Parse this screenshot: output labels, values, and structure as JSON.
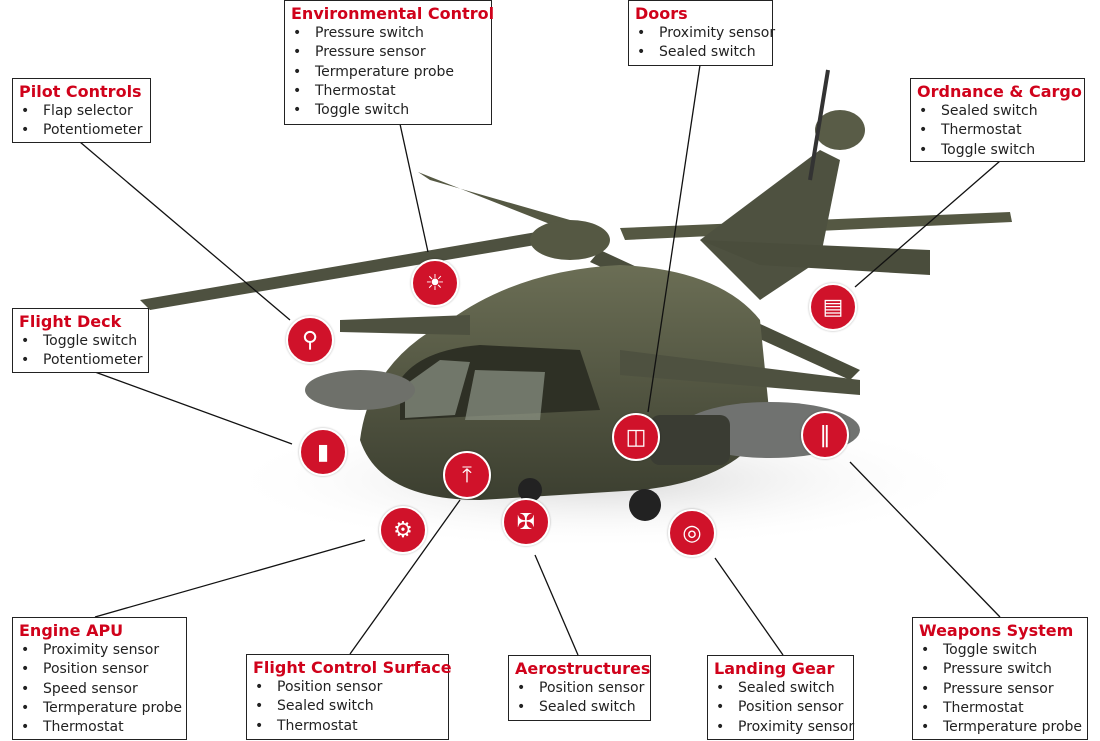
{
  "accent_color": "#d0021b",
  "callouts": {
    "environmental_control": {
      "title": "Environmental Control",
      "items": [
        "Pressure switch",
        "Pressure sensor",
        "Termperature probe",
        "Thermostat",
        "Toggle switch"
      ],
      "icon": "thermometer-sun-icon"
    },
    "doors": {
      "title": "Doors",
      "items": [
        "Proximity sensor",
        "Sealed switch"
      ],
      "icon": "door-icon"
    },
    "pilot_controls": {
      "title": "Pilot Controls",
      "items": [
        "Flap selector",
        "Potentiometer"
      ],
      "icon": "joystick-icon"
    },
    "ordnance_cargo": {
      "title": "Ordnance & Cargo",
      "items": [
        "Sealed switch",
        "Thermostat",
        "Toggle switch"
      ],
      "icon": "cargo-container-icon"
    },
    "flight_deck": {
      "title": "Flight Deck",
      "items": [
        "Toggle switch",
        "Potentiometer"
      ],
      "icon": "toggle-switch-icon"
    },
    "engine_apu": {
      "title": "Engine APU",
      "items": [
        "Proximity sensor",
        "Position sensor",
        "Speed sensor",
        "Termperature probe",
        "Thermostat"
      ],
      "icon": "engine-icon"
    },
    "flight_control_surface": {
      "title": "Flight Control Surface",
      "items": [
        "Position sensor",
        "Sealed switch",
        "Thermostat"
      ],
      "icon": "throttle-lever-icon"
    },
    "aerostructures": {
      "title": "Aerostructures",
      "items": [
        "Position sensor",
        "Sealed switch"
      ],
      "icon": "helicopter-icon"
    },
    "landing_gear": {
      "title": "Landing Gear",
      "items": [
        "Sealed switch",
        "Position sensor",
        "Proximity sensor"
      ],
      "icon": "wheel-icon"
    },
    "weapons_system": {
      "title": "Weapons System",
      "items": [
        "Toggle switch",
        "Pressure switch",
        "Pressure sensor",
        "Thermostat",
        "Termperature probe"
      ],
      "icon": "ammunition-icon"
    }
  }
}
